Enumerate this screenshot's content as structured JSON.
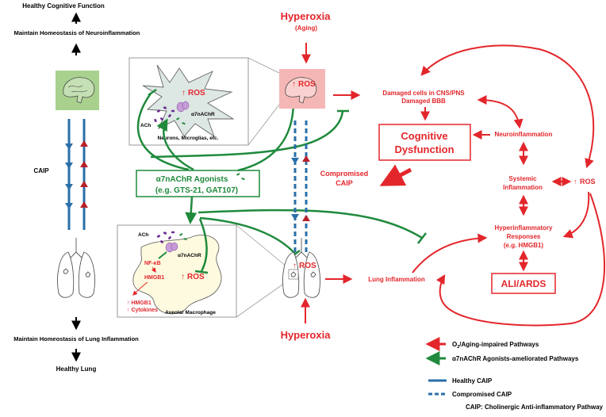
{
  "left": {
    "healthy_cognitive": "Healthy Cognitive Function",
    "maintain_neuro": "Maintain Homeostasis of Neuroinflammation",
    "caip": "CAIP",
    "maintain_lung": "Maintain Homeostasis of Lung Inflammation",
    "healthy_lung": "Healthy Lung"
  },
  "top": {
    "hyperoxia": "Hyperoxia",
    "aging": "(Aging)",
    "ros_brain": "ROS"
  },
  "neuron_box": {
    "ros": "ROS",
    "receptor": "α7nAChR",
    "ach": "ACh",
    "cells": "Neurons, Microglias, etc."
  },
  "agonists": {
    "line1": "α7nAChR Agonists",
    "line2": "(e.g. GTS-21, GAT107)"
  },
  "macrophage_box": {
    "ach": "ACh",
    "receptor": "α7nAChR",
    "nfkb": "NF-κB",
    "hmgb1": "HMGB1",
    "ros": "ROS",
    "hmgb1_up": "HMGB1",
    "cytokines_up": "Cytokines",
    "label": "Aveolar Macrophage"
  },
  "bottom": {
    "hyperoxia": "Hyperoxia",
    "ros_lung": "ROS"
  },
  "right": {
    "damaged_1": "Damaged cells in CNS/PNS",
    "damaged_2": "Damaged BBB",
    "cognitive_1": "Cognitive",
    "cognitive_2": "Dysfunction",
    "compromised_1": "Compromised",
    "compromised_2": "CAIP",
    "neuroinflammation": "Neuroinflammation",
    "systemic_1": "Systemic",
    "systemic_2": "Inflammation",
    "ros_right": "ROS",
    "hyper_1": "Hyperinflammatory",
    "hyper_2": "Responses",
    "hyper_3": "(e.g. HMGB1)",
    "ali": "ALI/ARDS",
    "lung_inflammation": "Lung Inflammation"
  },
  "legend": {
    "red_pre": "O",
    "red_sub": "2",
    "red_post": "/Aging-impaired Pathways",
    "green": "α7nAChR Agonists-ameliorated Pathways",
    "healthy": "Healthy CAIP",
    "compromised": "Compromised CAIP",
    "footnote": "CAIP: Cholinergic Anti-inflammatory Pathway"
  },
  "colors": {
    "red": "#e3262b",
    "green": "#1f8a3c",
    "blue": "#2a6fa8",
    "dark_red": "#b8202a",
    "brain_bg": "#a9d18e",
    "brain_pink": "#f5b7b5",
    "cell_fill": "#dde7e4",
    "macrophage_fill": "#fdfadf",
    "receptor": "#c79ad8",
    "vesicle": "#6b2c91"
  }
}
